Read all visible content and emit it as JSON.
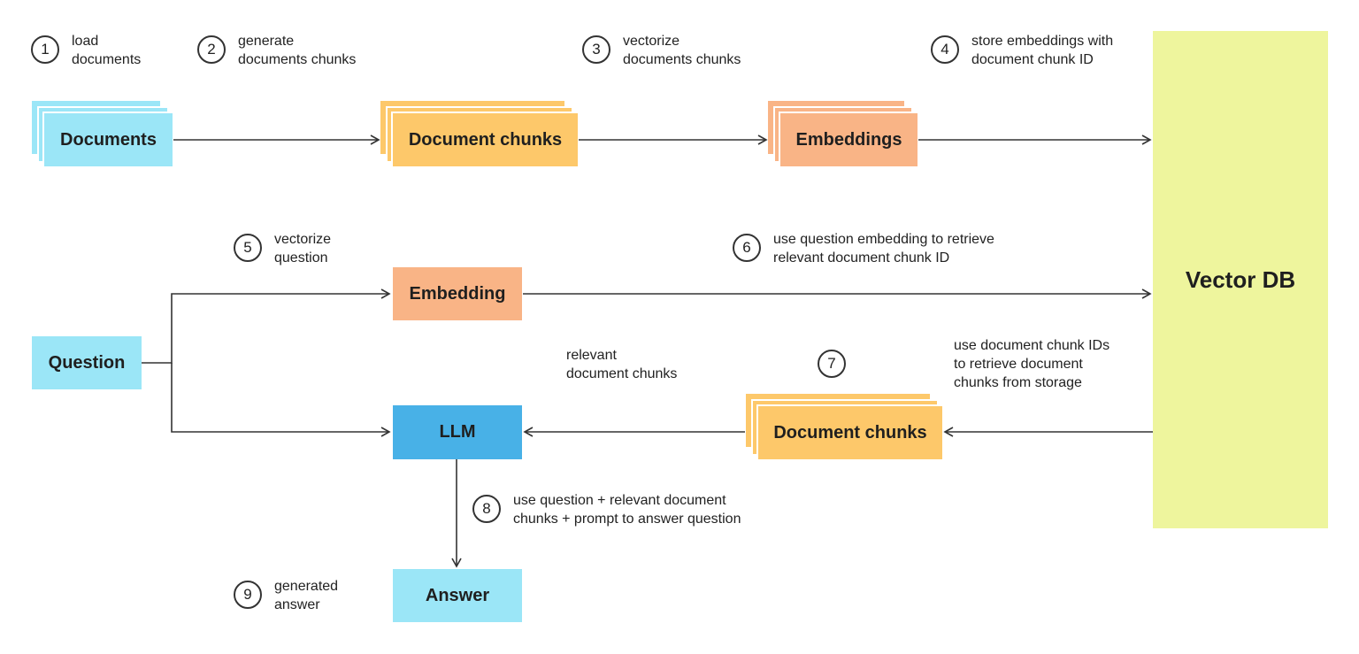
{
  "nodes": {
    "documents": "Documents",
    "document_chunks_top": "Document chunks",
    "embeddings": "Embeddings",
    "vector_db": "Vector DB",
    "embedding": "Embedding",
    "question": "Question",
    "llm": "LLM",
    "document_chunks_bottom": "Document chunks",
    "answer": "Answer"
  },
  "steps": [
    {
      "num": "1",
      "text": "load\ndocuments"
    },
    {
      "num": "2",
      "text": "generate\ndocuments chunks"
    },
    {
      "num": "3",
      "text": "vectorize\ndocuments chunks"
    },
    {
      "num": "4",
      "text": "store embeddings with\ndocument chunk ID"
    },
    {
      "num": "5",
      "text": "vectorize\nquestion"
    },
    {
      "num": "6",
      "text": "use question embedding to retrieve\nrelevant document chunk ID"
    },
    {
      "num": "7",
      "text": ""
    },
    {
      "num": "8",
      "text": "use question + relevant document\nchunks + prompt to answer question"
    },
    {
      "num": "9",
      "text": "generated\nanswer"
    }
  ],
  "labels": {
    "relevant_chunks": "relevant\ndocument chunks",
    "retrieve_from_storage": "use document chunk IDs\nto retrieve document\nchunks from storage"
  },
  "colors": {
    "documents": "#9be6f7",
    "chunks": "#fdc86a",
    "embeddings": "#f9b486",
    "llm": "#48b1e7",
    "vector_db": "#eef59d",
    "arrow": "#333333"
  }
}
